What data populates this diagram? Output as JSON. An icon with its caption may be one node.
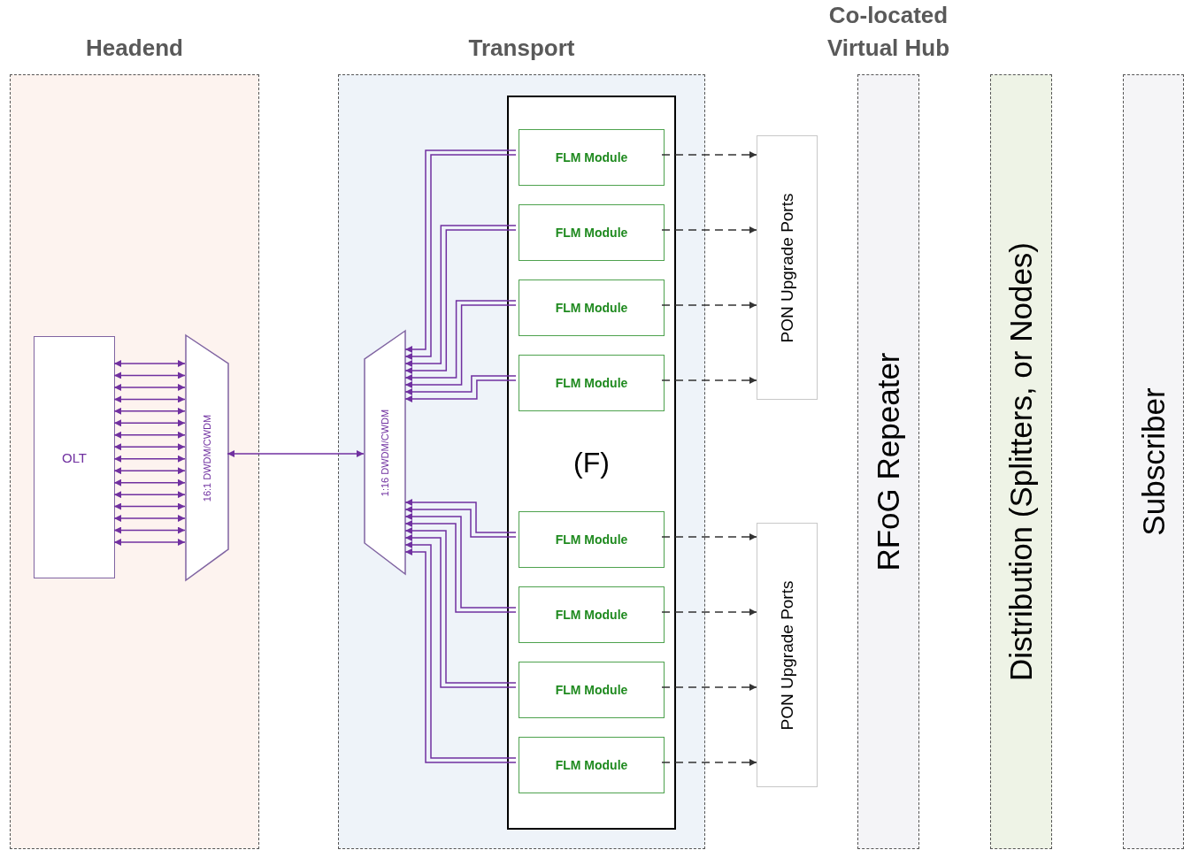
{
  "diagram": {
    "nodes": [
      {
        "text": [
          "Headend"
        ]
      },
      {
        "text": [
          "OLT"
        ],
        "in": 0
      },
      {
        "text": [
          "16:1 DWDM/CWDM"
        ],
        "in": 0
      },
      {
        "text": [
          "Transport"
        ]
      },
      {
        "text": [
          "1:16 DWDM/CWDM"
        ],
        "in": 3
      },
      {
        "text": [
          "(F)"
        ],
        "in": 3
      },
      {
        "text": [
          "FLM Module"
        ],
        "in": 5
      },
      {
        "text": [
          "FLM Module"
        ],
        "in": 5
      },
      {
        "text": [
          "FLM Module"
        ],
        "in": 5
      },
      {
        "text": [
          "FLM Module"
        ],
        "in": 5
      },
      {
        "text": [
          "FLM Module"
        ],
        "in": 5
      },
      {
        "text": [
          "FLM Module"
        ],
        "in": 5
      },
      {
        "text": [
          "FLM Module"
        ],
        "in": 5
      },
      {
        "text": [
          "FLM Module"
        ],
        "in": 5
      },
      {
        "text": [
          "PON Upgrade Ports"
        ]
      },
      {
        "text": [
          "PON Upgrade Ports"
        ]
      },
      {
        "text": [
          "Co-located Virtual Hub",
          "RFoG Repeater"
        ]
      },
      {
        "text": [
          "Distribution (Splitters, or Nodes)"
        ]
      },
      {
        "text": [
          "Subscriber"
        ]
      }
    ],
    "edges": [
      {
        "from": 1,
        "to": 2,
        "arrow": "both"
      },
      {
        "from": 1,
        "to": 2,
        "arrow": "both"
      },
      {
        "from": 1,
        "to": 2,
        "arrow": "both"
      },
      {
        "from": 1,
        "to": 2,
        "arrow": "both"
      },
      {
        "from": 1,
        "to": 2,
        "arrow": "both"
      },
      {
        "from": 1,
        "to": 2,
        "arrow": "both"
      },
      {
        "from": 1,
        "to": 2,
        "arrow": "both"
      },
      {
        "from": 1,
        "to": 2,
        "arrow": "both"
      },
      {
        "from": 1,
        "to": 2,
        "arrow": "both"
      },
      {
        "from": 1,
        "to": 2,
        "arrow": "both"
      },
      {
        "from": 1,
        "to": 2,
        "arrow": "both"
      },
      {
        "from": 1,
        "to": 2,
        "arrow": "both"
      },
      {
        "from": 1,
        "to": 2,
        "arrow": "both"
      },
      {
        "from": 1,
        "to": 2,
        "arrow": "both"
      },
      {
        "from": 1,
        "to": 2,
        "arrow": "both"
      },
      {
        "from": 1,
        "to": 2,
        "arrow": "both"
      },
      {
        "from": 2,
        "to": 4,
        "arrow": "both"
      },
      {
        "from": 6,
        "to": 4,
        "arrow": "to"
      },
      {
        "from": 6,
        "to": 4,
        "arrow": "to"
      },
      {
        "from": 7,
        "to": 4,
        "arrow": "to"
      },
      {
        "from": 7,
        "to": 4,
        "arrow": "to"
      },
      {
        "from": 8,
        "to": 4,
        "arrow": "to"
      },
      {
        "from": 8,
        "to": 4,
        "arrow": "to"
      },
      {
        "from": 9,
        "to": 4,
        "arrow": "to"
      },
      {
        "from": 9,
        "to": 4,
        "arrow": "to"
      },
      {
        "from": 10,
        "to": 4,
        "arrow": "to"
      },
      {
        "from": 10,
        "to": 4,
        "arrow": "to"
      },
      {
        "from": 11,
        "to": 4,
        "arrow": "to"
      },
      {
        "from": 11,
        "to": 4,
        "arrow": "to"
      },
      {
        "from": 12,
        "to": 4,
        "arrow": "to"
      },
      {
        "from": 12,
        "to": 4,
        "arrow": "to"
      },
      {
        "from": 13,
        "to": 4,
        "arrow": "to"
      },
      {
        "from": 13,
        "to": 4,
        "arrow": "to"
      },
      {
        "from": 6,
        "to": 14,
        "arrow": "to",
        "style": "dashed",
        "color": "#333333"
      },
      {
        "from": 7,
        "to": 14,
        "arrow": "to",
        "style": "dashed",
        "color": "#333333"
      },
      {
        "from": 8,
        "to": 14,
        "arrow": "to",
        "style": "dashed",
        "color": "#333333"
      },
      {
        "from": 9,
        "to": 14,
        "arrow": "to",
        "style": "dashed",
        "color": "#333333"
      },
      {
        "from": 10,
        "to": 15,
        "arrow": "to",
        "style": "dashed",
        "color": "#333333"
      },
      {
        "from": 11,
        "to": 15,
        "arrow": "to",
        "style": "dashed",
        "color": "#333333"
      },
      {
        "from": 12,
        "to": 15,
        "arrow": "to",
        "style": "dashed",
        "color": "#333333"
      },
      {
        "from": 13,
        "to": 15,
        "arrow": "to",
        "style": "dashed",
        "color": "#333333"
      }
    ]
  }
}
